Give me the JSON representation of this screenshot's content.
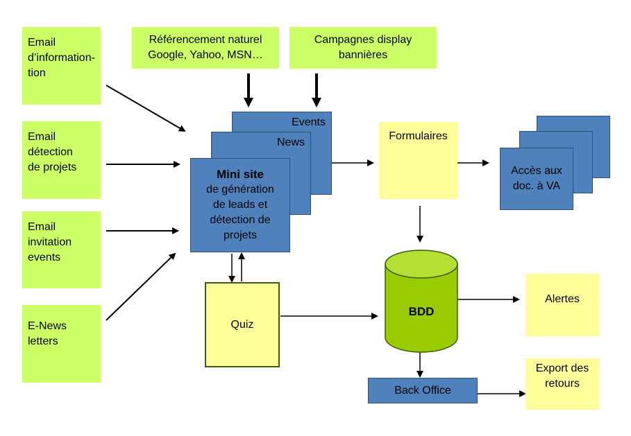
{
  "sources": [
    {
      "id": "email-information",
      "lines": [
        "Email",
        "d’information-"
      ]
    },
    {
      "id": "email-detection",
      "lines": [
        "Email",
        "détection",
        "de projets"
      ]
    },
    {
      "id": "email-invitation",
      "lines": [
        "Email",
        "invitation",
        "events"
      ]
    },
    {
      "id": "enews",
      "lines": [
        "E-News",
        "letters"
      ]
    }
  ],
  "top_sources": [
    {
      "id": "referencement",
      "lines": [
        "Référencement naturel",
        "Google, Yahoo, MSN…"
      ]
    },
    {
      "id": "campagnes",
      "lines": [
        "Campagnes display",
        "bannières"
      ]
    }
  ],
  "minisite": {
    "events_label": "Events",
    "news_label": "News",
    "title": "Mini site",
    "subtitle_lines": [
      "de génération",
      "de leads et",
      "détection de",
      "projets"
    ]
  },
  "quiz_label": "Quiz",
  "formulaires_label": "Formulaires",
  "acces_lines": [
    "Accès aux",
    "doc. à VA"
  ],
  "bdd_label": "BDD",
  "alertes_label": "Alertes",
  "back_office_label": "Back Office",
  "export_lines": [
    "Export des",
    "retours"
  ],
  "colors": {
    "green": "#ccff66",
    "yellow": "#ffff99",
    "blue": "#4f81bd",
    "cylinder": "#99cc00"
  }
}
